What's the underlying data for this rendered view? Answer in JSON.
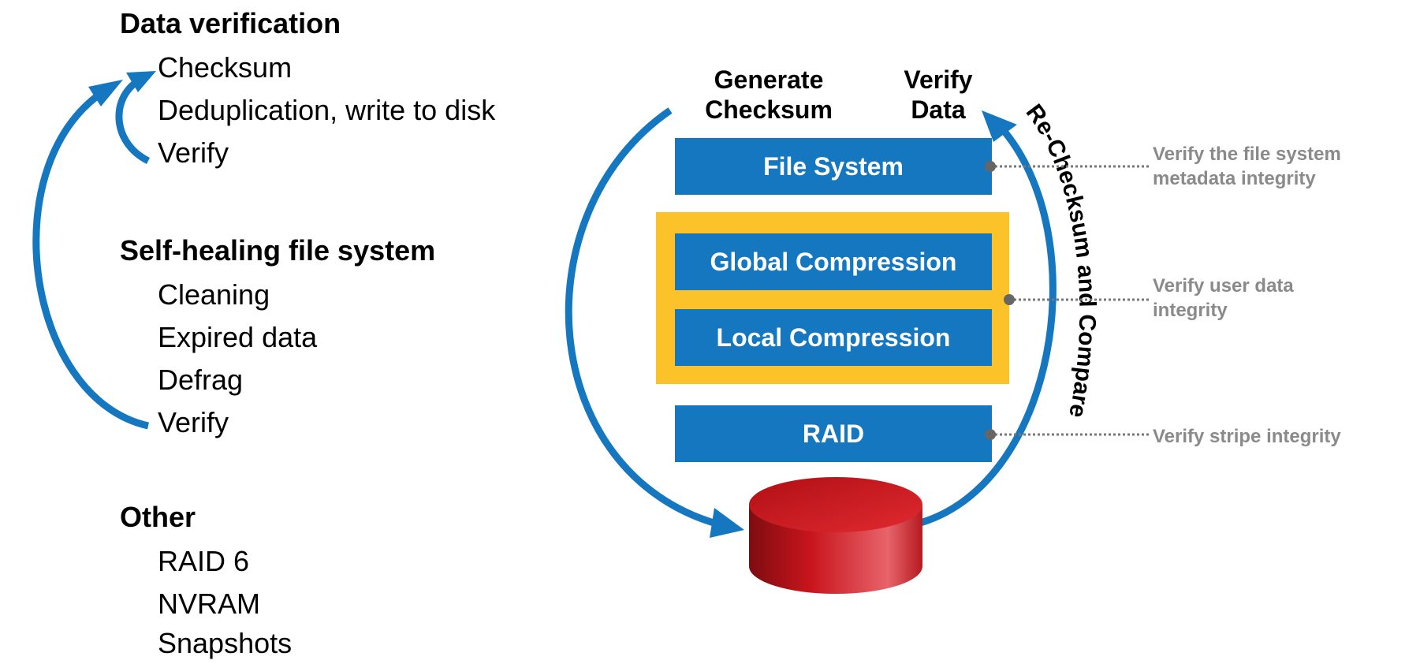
{
  "sections": {
    "data_verification": {
      "title": "Data verification",
      "items": [
        "Checksum",
        "Deduplication, write to disk",
        "Verify"
      ]
    },
    "self_healing": {
      "title": "Self-healing file system",
      "items": [
        "Cleaning",
        "Expired data",
        "Defrag",
        "Verify"
      ]
    },
    "other": {
      "title": "Other",
      "items": [
        "RAID 6",
        "NVRAM",
        "Snapshots"
      ]
    }
  },
  "stack": {
    "generate_label": [
      "Generate",
      "Checksum"
    ],
    "verify_label": [
      "Verify",
      "Data"
    ],
    "file_system": "File System",
    "global_compression": "Global Compression",
    "local_compression": "Local Compression",
    "raid": "RAID",
    "loop_label": "Re-Checksum and Compare"
  },
  "notes": {
    "file_system": [
      "Verify the file system",
      "metadata integrity"
    ],
    "user_data": [
      "Verify user data",
      "integrity"
    ],
    "stripe": "Verify stripe integrity"
  },
  "colors": {
    "arrow_blue": "#1477c0",
    "block_blue": "#1477c0",
    "compression_group": "#fcc22a",
    "disk_red": "#c8141c",
    "note_gray": "#8a8a8a"
  }
}
